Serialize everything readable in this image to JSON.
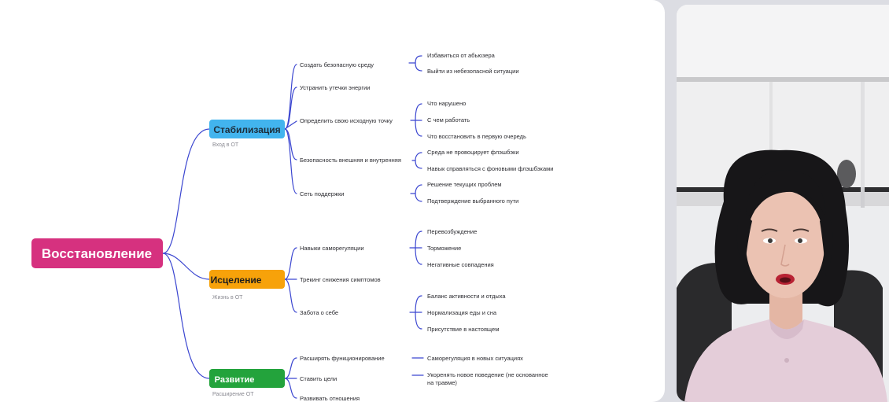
{
  "mindmap": {
    "root": {
      "label": "Восстановление",
      "color": "#d6317f"
    },
    "branches": [
      {
        "label": "Стабилизация",
        "color": "#42b4ee",
        "text_color": "#1d2d3a",
        "subtitle": "Вход в ОТ",
        "items": [
          {
            "label": "Создать безопасную среду",
            "children": [
              "Избавиться от абьюзера",
              "Выйти из небезопасной ситуации"
            ]
          },
          {
            "label": "Устранить утечки энергии",
            "children": []
          },
          {
            "label": "Определить свою исходную точку",
            "children": [
              "Что нарушено",
              "С чем работать",
              "Что восстановить в первую очередь"
            ]
          },
          {
            "label": "Безопасность внешняя и внутренняя",
            "children": [
              "Среда не провоцирует флэшбэки",
              "Навык справляться с фоновыми флэшбэками"
            ]
          },
          {
            "label": "Сеть поддержки",
            "children": [
              "Решение текущих проблем",
              "Подтверждение выбранного пути"
            ]
          }
        ]
      },
      {
        "label": "Исцеление",
        "color": "#f7a20a",
        "text_color": "#1d1d1d",
        "subtitle": "Жизнь в ОТ",
        "items": [
          {
            "label": "Навыки саморегуляции",
            "children": [
              "Перевозбуждение",
              "Торможение",
              "Негативные совпадения"
            ]
          },
          {
            "label": "Трекинг снижения симптомов",
            "children": []
          },
          {
            "label": "Забота о себе",
            "children": [
              "Баланс активности и отдыха",
              "Нормализация еды и сна",
              "Присутствие в настоящем"
            ]
          }
        ]
      },
      {
        "label": "Развитие",
        "color": "#23a33c",
        "text_color": "#ffffff",
        "subtitle": "Расширение ОТ",
        "items": [
          {
            "label": "Расширять функционирование",
            "children": [
              "Саморегуляция в новых ситуациях"
            ]
          },
          {
            "label": "Ставить цели",
            "children": [
              "Укоренять новое поведение (не основанное",
              "на травме)"
            ]
          },
          {
            "label": "Развивать отношения",
            "children": []
          }
        ]
      }
    ],
    "line_color": "#3b46d0"
  },
  "video": {
    "background": "#ecedef"
  }
}
